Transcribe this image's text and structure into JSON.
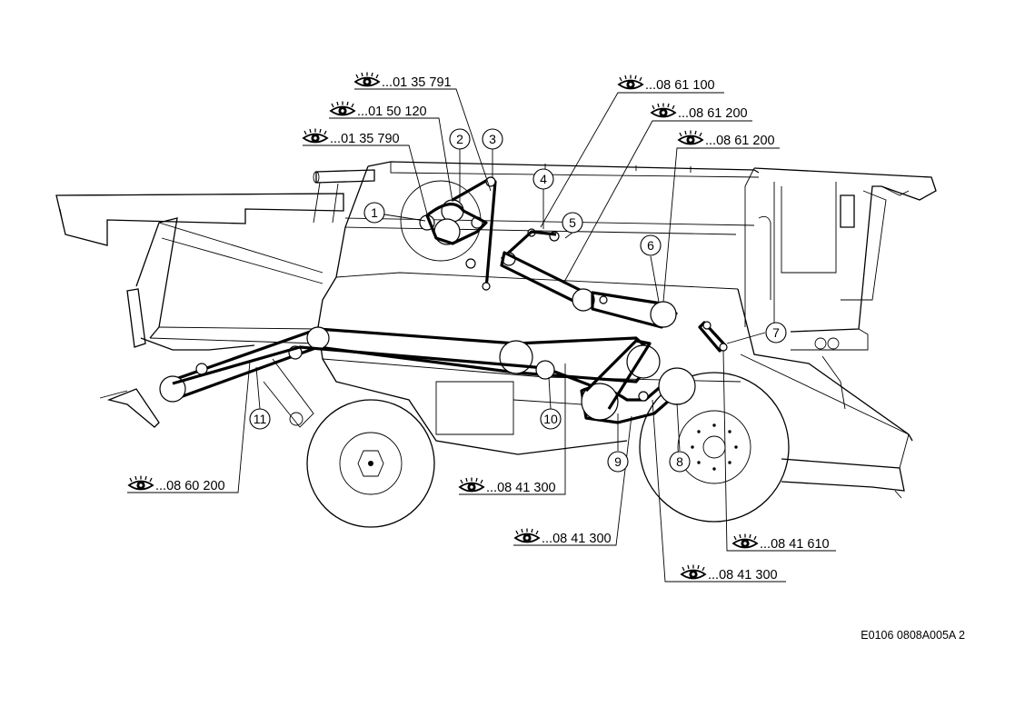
{
  "figure_code": "E0106 0808A005A 2",
  "callouts": [
    "1",
    "2",
    "3",
    "4",
    "5",
    "6",
    "7",
    "8",
    "9",
    "10",
    "11"
  ],
  "references": [
    "...01 35 791",
    "...01 50 120",
    "...01 35 790",
    "...08 61 100",
    "...08 61 200",
    "...08 61 200",
    "...08 60 200",
    "...08 41 300",
    "...08 41 300",
    "...08 41 610",
    "...08 41 300"
  ],
  "icons": {
    "reference_marker": "eye-icon"
  }
}
